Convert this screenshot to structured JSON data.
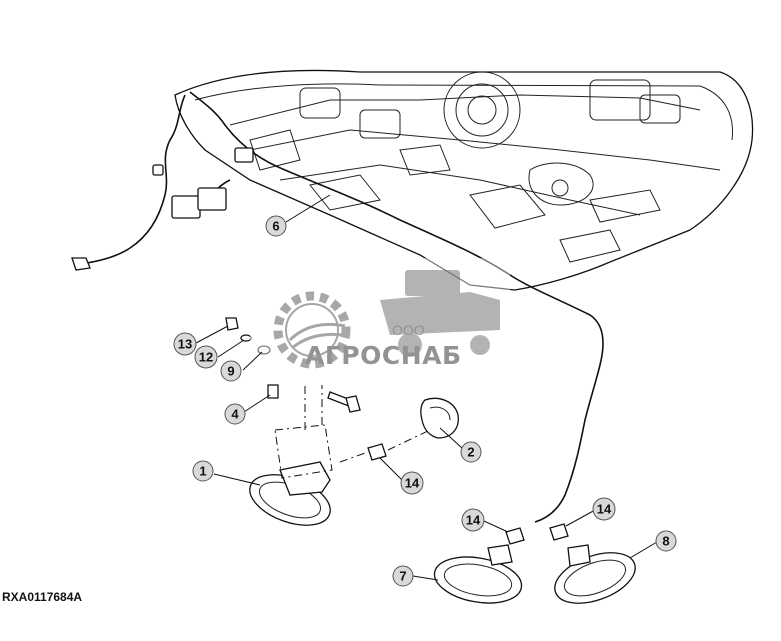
{
  "figure": {
    "id": "RXA0117684A",
    "callouts": [
      "1",
      "2",
      "4",
      "6",
      "7",
      "8",
      "9",
      "12",
      "13",
      "14",
      "14",
      "14"
    ]
  },
  "watermark": {
    "company_prefix": "ООО",
    "company_name": "АГРОСНАБ",
    "icon": "gear-field-logo"
  }
}
